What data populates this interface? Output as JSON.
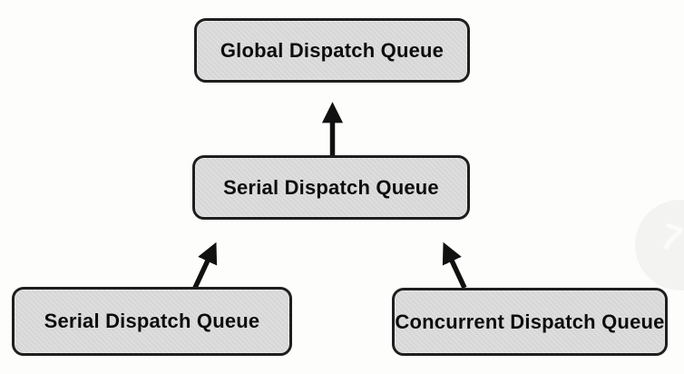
{
  "diagram": {
    "type": "hierarchy",
    "description": "Dispatch queue targeting hierarchy",
    "nodes": {
      "global": {
        "label": "Global Dispatch Queue"
      },
      "serial_middle": {
        "label": "Serial Dispatch Queue"
      },
      "serial_bottom": {
        "label": "Serial Dispatch Queue"
      },
      "concurrent": {
        "label": "Concurrent Dispatch Queue"
      }
    },
    "edges": [
      {
        "from": "serial_middle",
        "to": "global",
        "style": "arrow-up"
      },
      {
        "from": "serial_bottom",
        "to": "serial_middle",
        "style": "arrow-up-right"
      },
      {
        "from": "concurrent",
        "to": "serial_middle",
        "style": "arrow-up-left"
      }
    ],
    "colors": {
      "background": "#fdfdfc",
      "node_fill": "#dadada",
      "node_border": "#1e1e1e",
      "arrow": "#111111",
      "watermark": "#f3f3f2"
    },
    "watermark_glyph": "7"
  }
}
